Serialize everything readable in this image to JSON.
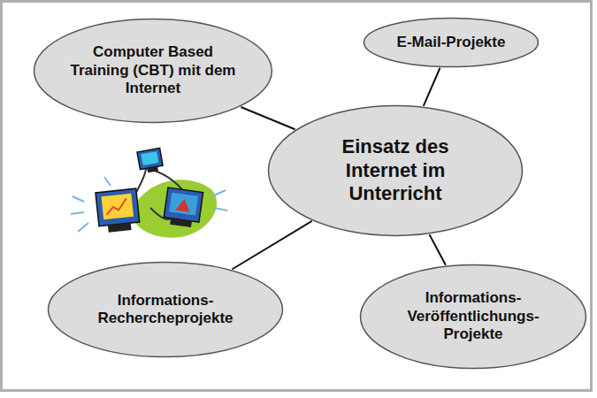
{
  "diagram": {
    "nodes": [
      {
        "text": [
          "Computer Based Training (CBT) mit dem Internet"
        ]
      },
      {
        "text": [
          "E-Mail-Projekte"
        ]
      },
      {
        "text": [
          "Einsatz des Internet im Unterricht"
        ]
      },
      {
        "text": [
          "Informations- Rechercheprojekte"
        ]
      },
      {
        "text": [
          "Informations- Veröffentlichungs- Projekte"
        ]
      }
    ],
    "edges": [
      {
        "from": 2,
        "to": 0,
        "arrow": "none"
      },
      {
        "from": 2,
        "to": 1,
        "arrow": "none"
      },
      {
        "from": 2,
        "to": 3,
        "arrow": "none"
      },
      {
        "from": 2,
        "to": 4,
        "arrow": "none"
      }
    ]
  }
}
